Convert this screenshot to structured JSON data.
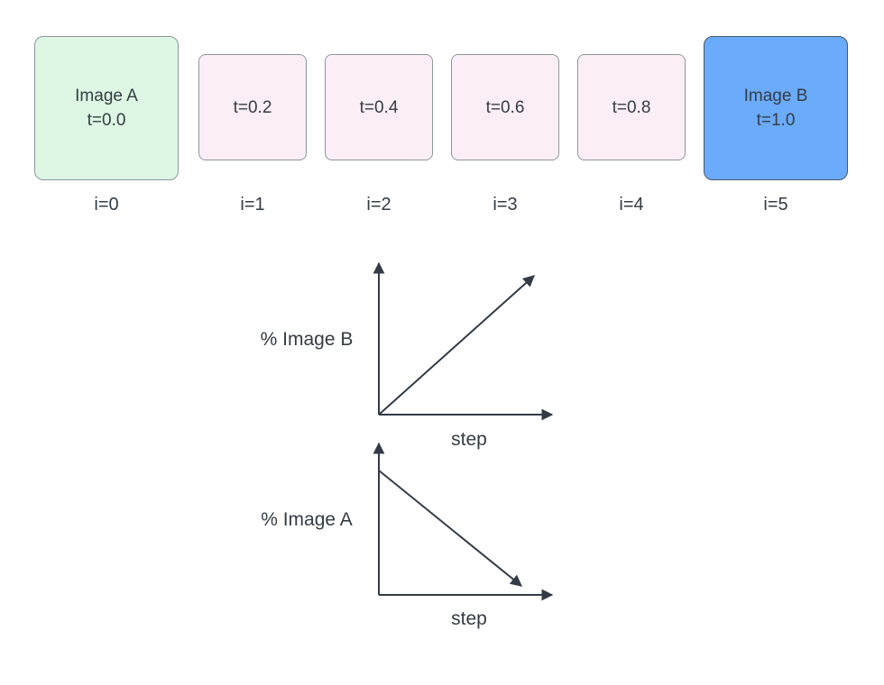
{
  "diagram": {
    "boxes": [
      {
        "title": "Image A",
        "subtitle": "t=0.0",
        "index": "i=0"
      },
      {
        "title": "t=0.2",
        "index": "i=1"
      },
      {
        "title": "t=0.4",
        "index": "i=2"
      },
      {
        "title": "t=0.6",
        "index": "i=3"
      },
      {
        "title": "t=0.8",
        "index": "i=4"
      },
      {
        "title": "Image B",
        "subtitle": "t=1.0",
        "index": "i=5"
      }
    ]
  },
  "chart_data": [
    {
      "type": "line",
      "ylabel": "% Image B",
      "xlabel": "step",
      "x": [
        0,
        1
      ],
      "y": [
        0,
        1
      ],
      "xlim": [
        0,
        1
      ],
      "ylim": [
        0,
        1
      ],
      "grid": false,
      "ticks": "none"
    },
    {
      "type": "line",
      "ylabel": "% Image A",
      "xlabel": "step",
      "x": [
        0,
        1
      ],
      "y": [
        1,
        0
      ],
      "xlim": [
        0,
        1
      ],
      "ylim": [
        0,
        1
      ],
      "grid": false,
      "ticks": "none"
    }
  ],
  "colors": {
    "canvas-bg": "#ffffff",
    "box-green-fill": "#def7e4",
    "box-pink-fill": "#fceef7",
    "box-blue-fill": "#6babfb",
    "box-border": "#8d979c",
    "box-blue-border": "#4a5769",
    "text-color": "#343c44",
    "line-color": "#333b46"
  }
}
